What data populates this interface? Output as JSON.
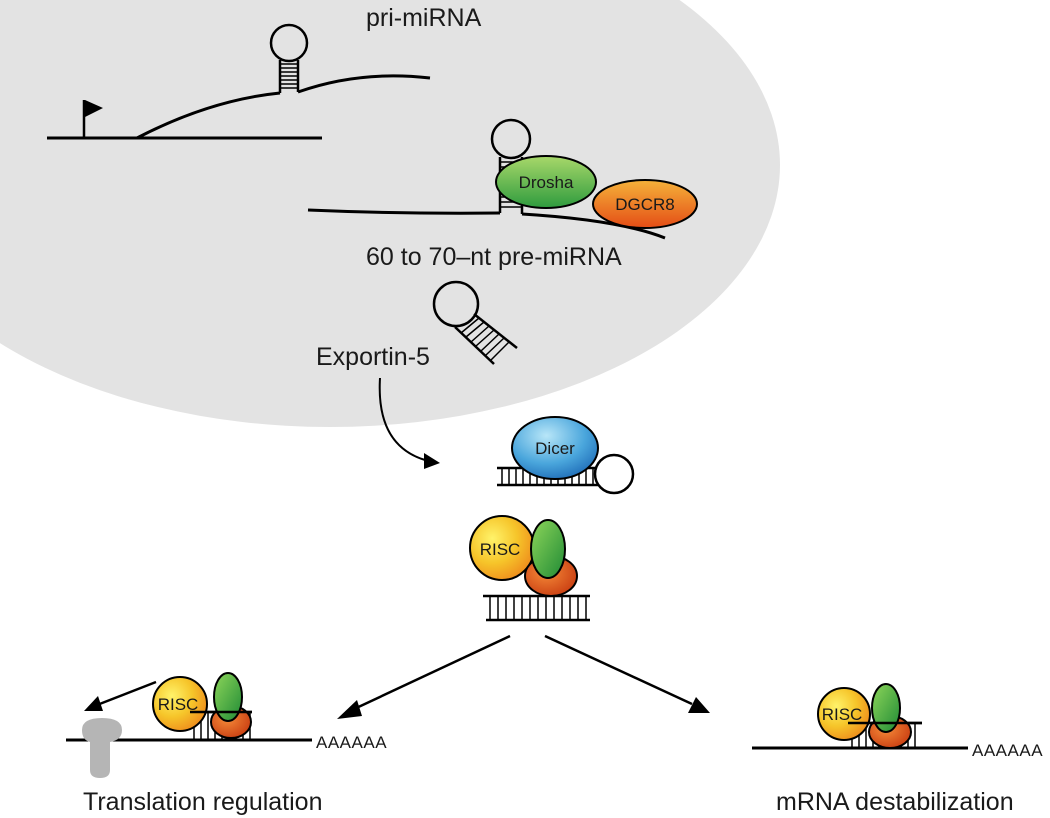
{
  "labels": {
    "pri_mirna": "pri-miRNA",
    "pre_mirna": "60 to 70–nt pre-miRNA",
    "exportin": "Exportin-5",
    "drosha": "Drosha",
    "dgcr8": "DGCR8",
    "dicer": "Dicer",
    "risc_center": "RISC",
    "risc_left": "RISC",
    "risc_right": "RISC",
    "polya_left": "AAAAAA",
    "polya_right": "AAAAAA",
    "outcome_left": "Translation regulation",
    "outcome_right": "mRNA destabilization"
  },
  "colors": {
    "nucleus": "#e3e3e3",
    "drosha": "#4cb848",
    "dgcr8": "#f07a1c",
    "dicer": "#3b9bd6",
    "risc": "#f2b21e",
    "green_protein": "#3aa339",
    "orange_protein": "#e8561a",
    "ribosome": "#b0b0b0"
  }
}
